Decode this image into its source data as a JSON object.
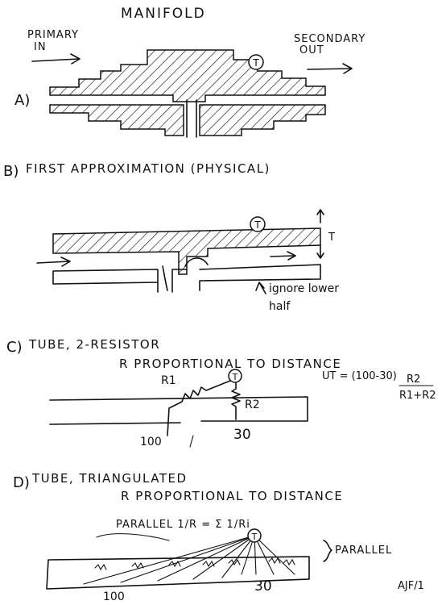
{
  "title": "MANIFOLD",
  "sectionA": {
    "label": "A)",
    "primary_in": [
      "PRIMARY",
      "IN"
    ],
    "secondary_out": [
      "SECONDARY",
      "OUT"
    ],
    "sensor": "T"
  },
  "sectionB": {
    "label": "B)",
    "heading": "FIRST APPROXIMATION (PHYSICAL)",
    "sensor": "T",
    "thickness_label": "T",
    "note": [
      "ignore lower",
      "half"
    ]
  },
  "sectionC": {
    "label": "C)",
    "heading_line1": "TUBE, 2-RESISTOR",
    "heading_line2": "R PROPORTIONAL TO DISTANCE",
    "sensor": "T",
    "r1": "R1",
    "r2": "R2",
    "temp_left": "100",
    "temp_right": "30",
    "formula_lhs": "UT = (100-30)",
    "formula_num": "R2",
    "formula_den": "R1+R2"
  },
  "sectionD": {
    "label": "D)",
    "heading_line1": "TUBE, TRIANGULATED",
    "heading_line2": "R PROPORTIONAL TO DISTANCE",
    "parallel_formula": "PARALLEL 1/R = Σ 1/Ri",
    "parallel_right": "PARALLEL",
    "sensor": "T",
    "temp_left": "100",
    "temp_right": "30"
  },
  "signature": "AJF/1"
}
